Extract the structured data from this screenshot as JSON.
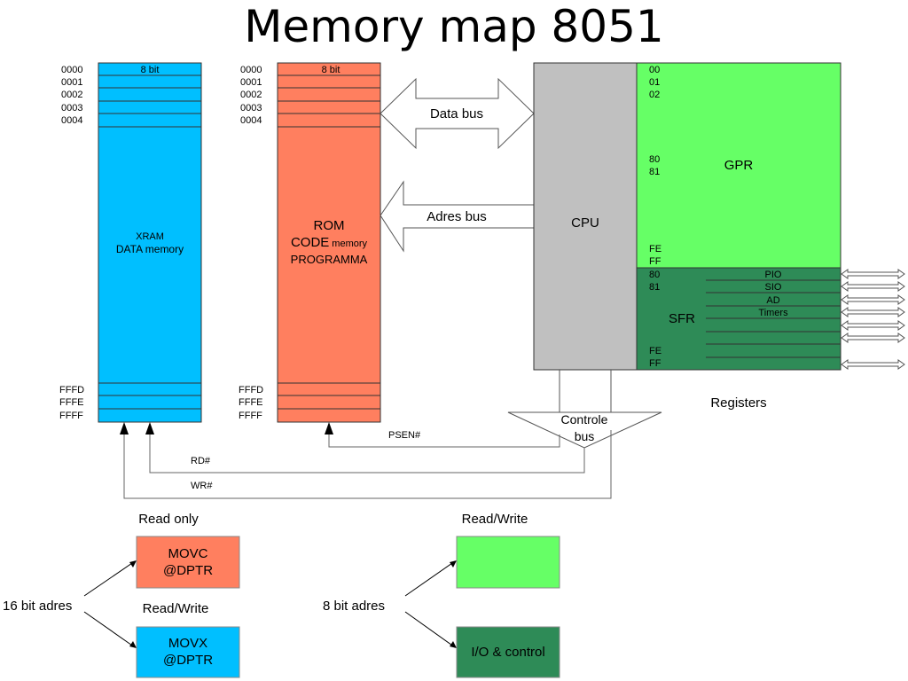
{
  "title": "Memory map 8051",
  "xram": {
    "header": "8 bit",
    "top_addresses": [
      "0000",
      "0001",
      "0002",
      "0003",
      "0004"
    ],
    "bottom_addresses": [
      "FFFD",
      "FFFE",
      "FFFF"
    ],
    "label_line1": "XRAM",
    "label_line2": "DATA memory",
    "color": "#00BFFF"
  },
  "rom": {
    "header": "8 bit",
    "top_addresses": [
      "0000",
      "0001",
      "0002",
      "0003",
      "0004"
    ],
    "bottom_addresses": [
      "FFFD",
      "FFFE",
      "FFFF"
    ],
    "label_line1": "ROM",
    "label_line2_main": "CODE",
    "label_line2_small": "memory",
    "label_line3": "PROGRAMMA",
    "color": "#FF7F5F"
  },
  "buses": {
    "data": "Data bus",
    "address": "Adres bus",
    "control_line1": "Controle",
    "control_line2": "bus"
  },
  "cpu": {
    "label": "CPU",
    "color": "#C0C0C0"
  },
  "gpr": {
    "label": "GPR",
    "addresses_top": [
      "00",
      "01",
      "02"
    ],
    "addresses_mid": [
      "80",
      "81"
    ],
    "addresses_bottom": [
      "FE",
      "FF"
    ],
    "color": "#66FF66"
  },
  "sfr": {
    "label": "SFR",
    "addresses_top": [
      "80",
      "81"
    ],
    "addresses_bottom": [
      "FE",
      "FF"
    ],
    "rows": [
      "PIO",
      "SIO",
      "AD",
      "Timers"
    ],
    "color": "#2E8B57"
  },
  "registers_label": "Registers",
  "signals": {
    "psen": "PSEN#",
    "rd": "RD#",
    "wr": "WR#"
  },
  "legend": {
    "addr16": "16 bit adres",
    "addr8": "8 bit adres",
    "read_only": "Read only",
    "read_write_a": "Read/Write",
    "read_write_b": "Read/Write",
    "movc_line1": "MOVC",
    "movc_line2": "@DPTR",
    "movx_line1": "MOVX",
    "movx_line2": "@DPTR",
    "io_control": "I/O & control"
  }
}
